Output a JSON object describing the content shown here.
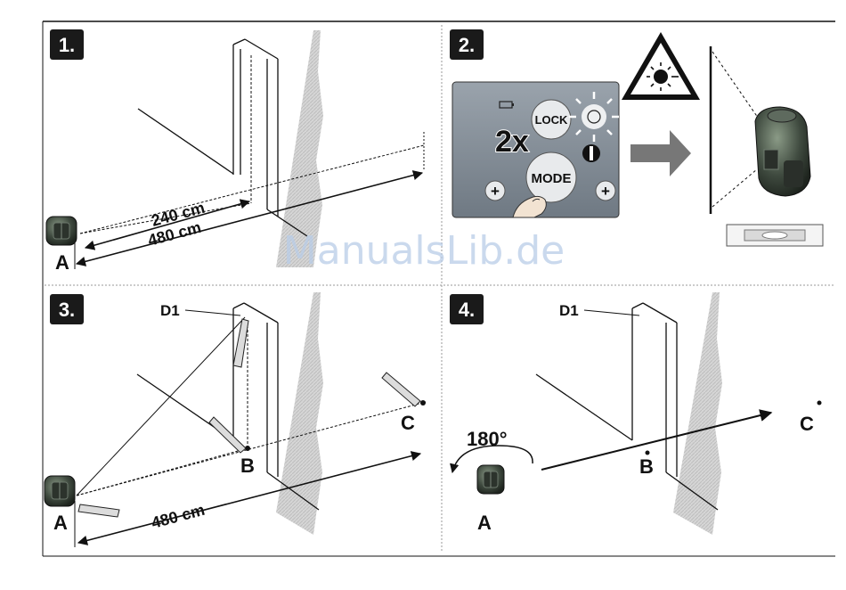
{
  "watermark": "ManualsLib.de",
  "panels": [
    {
      "step": "1.",
      "labels": {
        "point_a": "A"
      },
      "measurements": [
        "240 cm",
        "480 cm"
      ]
    },
    {
      "step": "2.",
      "keypad": {
        "lock": "LOCK",
        "mode": "MODE",
        "press_count": "2x",
        "plus_left": "+",
        "plus_right": "+"
      }
    },
    {
      "step": "3.",
      "labels": {
        "d1": "D1",
        "point_a": "A",
        "point_b": "B",
        "point_c": "C"
      },
      "measurements": [
        "480 cm"
      ]
    },
    {
      "step": "4.",
      "labels": {
        "d1": "D1",
        "point_a": "A",
        "point_b": "B",
        "point_c": "C"
      },
      "rotation": "180°"
    }
  ]
}
